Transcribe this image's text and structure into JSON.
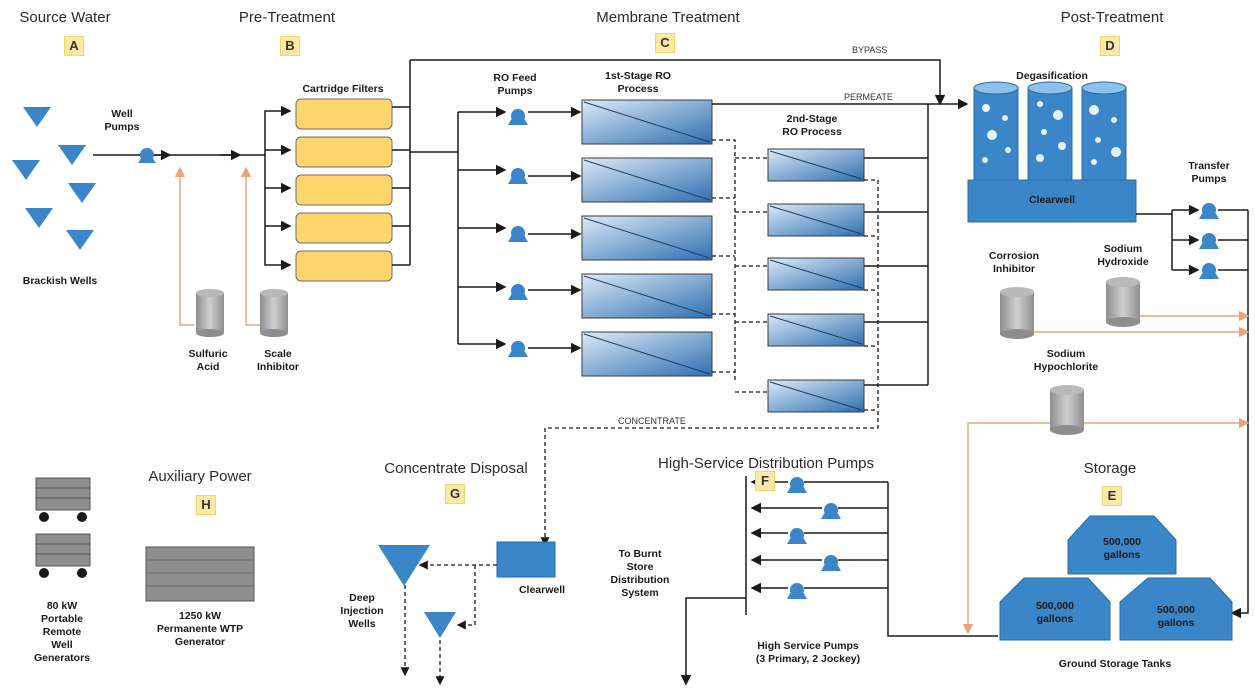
{
  "sections": {
    "A": {
      "title": "Source Water",
      "letter": "A"
    },
    "B": {
      "title": "Pre-Treatment",
      "letter": "B"
    },
    "C": {
      "title": "Membrane Treatment",
      "letter": "C"
    },
    "D": {
      "title": "Post-Treatment",
      "letter": "D"
    },
    "E": {
      "title": "Storage",
      "letter": "E"
    },
    "F": {
      "title": "High-Service Distribution Pumps",
      "letter": "F"
    },
    "G": {
      "title": "Concentrate Disposal",
      "letter": "G"
    },
    "H": {
      "title": "Auxiliary Power",
      "letter": "H"
    }
  },
  "labels": {
    "brackish_wells": "Brackish Wells",
    "well_pumps": "Well\nPumps",
    "cartridge_filters": "Cartridge Filters",
    "sulfuric_acid": "Sulfuric\nAcid",
    "scale_inhibitor": "Scale\nInhibitor",
    "ro_feed_pumps": "RO Feed\nPumps",
    "first_stage": "1st-Stage RO\nProcess",
    "second_stage": "2nd-Stage\nRO Process",
    "bypass": "BYPASS",
    "permeate": "PERMEATE",
    "concentrate": "CONCENTRATE",
    "degasification": "Degasification",
    "clearwell_post": "Clearwell",
    "transfer_pumps": "Transfer\nPumps",
    "corrosion_inhibitor": "Corrosion\nInhibitor",
    "sodium_hydroxide": "Sodium\nHydroxide",
    "sodium_hypochlorite": "Sodium\nHypochlorite",
    "tank_capacity": "500,000\ngallons",
    "ground_storage": "Ground Storage Tanks",
    "high_service_pumps": "High Service Pumps\n(3 Primary, 2 Jockey)",
    "to_burnt_store": "To Burnt\nStore\nDistribution\nSystem",
    "clearwell_conc": "Clearwell",
    "deep_injection": "Deep\nInjection\nWells",
    "generator_1250": "1250 kW\nPermanente WTP\nGenerator",
    "generators_80": "80 kW\nPortable\nRemote\nWell\nGenerators"
  },
  "colors": {
    "badge": "#fde9a3",
    "filter": "#fcd66a",
    "equipment_blue": "#3a86c8",
    "chemical_line": "#e8a57a",
    "flow_line": "#1a1a1a"
  }
}
